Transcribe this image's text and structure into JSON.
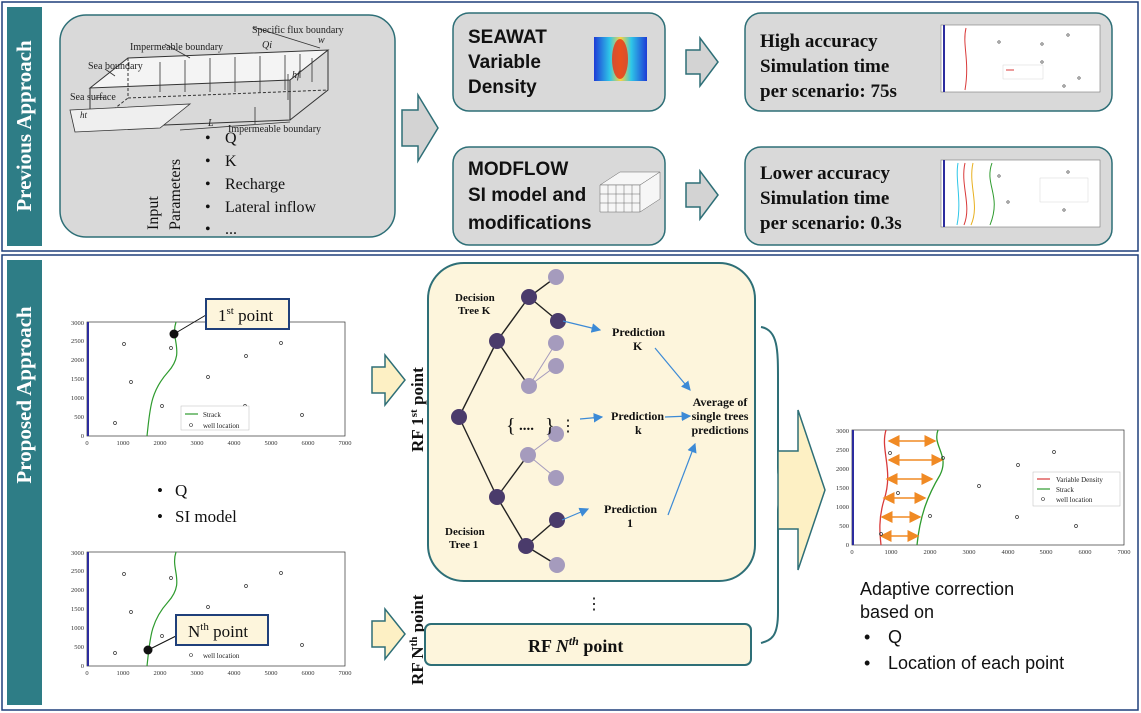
{
  "sections": {
    "previous": "Previous Approach",
    "proposed": "Proposed Approach"
  },
  "domain": {
    "specific_flux": "Specific flux boundary",
    "impermeable_top": "Impermeable boundary",
    "sea_boundary": "Sea boundary",
    "sea_surface": "Sea surface",
    "impermeable_bottom": "Impermeable boundary",
    "qi": "Qi",
    "w": "w",
    "hf": "hf",
    "l": "L",
    "ht": "ht",
    "input_label_1": "Input",
    "input_label_2": "Parameters",
    "params": [
      "Q",
      "K",
      "Recharge",
      "Lateral inflow",
      "..."
    ]
  },
  "seawat": {
    "line1": "SEAWAT",
    "line2": "Variable",
    "line3": "Density"
  },
  "modflow": {
    "line1": "MODFLOW",
    "line2": "SI model and",
    "line3": "modifications"
  },
  "high": {
    "line1": "High accuracy",
    "line2": "Simulation time",
    "line3": "per scenario: 75s"
  },
  "lower": {
    "line1": "Lower accuracy",
    "line2": "Simulation time",
    "line3": "per scenario: 0.3s"
  },
  "plot_first": {
    "callout_base": "1",
    "callout_sup": "st",
    "callout_rest": " point",
    "legend": [
      "Strack",
      "well location"
    ]
  },
  "plot_nth": {
    "callout_base": "N",
    "callout_sup": "th",
    "callout_rest": " point",
    "legend": [
      "well location"
    ]
  },
  "mini_inputs": [
    "Q",
    "SI model"
  ],
  "rf": {
    "rf_first_base": "RF 1",
    "rf_first_sup": "st",
    "rf_first_rest": " point",
    "rf_nth_base": "RF N",
    "rf_nth_sup": "th",
    "rf_nth_rest": " point",
    "tree_k_1": "Decision",
    "tree_k_2": "Tree K",
    "tree_1_1": "Decision",
    "tree_1_2": "Tree 1",
    "pred_K_1": "Prediction",
    "pred_K_2": "K",
    "pred_k_1": "Prediction",
    "pred_k_2": "k",
    "pred_1_1": "Prediction",
    "pred_1_2": "1",
    "avg_1": "Average of",
    "avg_2": "single trees",
    "avg_3": "predictions",
    "ellipsis": "....",
    "vdots": "⋮",
    "bottom_box_base": "RF ",
    "bottom_box_var": "N",
    "bottom_box_sup": "th",
    "bottom_box_rest": "  point"
  },
  "output": {
    "legend": [
      "Variable Density",
      "Strack",
      "well location"
    ],
    "caption_1": "Adaptive correction",
    "caption_2": "based on",
    "bullets": [
      "Q",
      "Location of each point"
    ]
  },
  "axis_ticks": {
    "x": [
      "0",
      "1000",
      "2000",
      "3000",
      "4000",
      "5000",
      "6000",
      "7000"
    ],
    "y": [
      "0",
      "500",
      "1000",
      "1500",
      "2000",
      "2500",
      "3000"
    ]
  },
  "colors": {
    "frame": "#1f3f7a",
    "sidebar": "#2e7d86",
    "gray_box": "#d9d9d9",
    "gray_border": "#2e6f77",
    "cream_box": "#fdf5dc",
    "arrow_gray": "#d3d3d3",
    "arrow_cream": "#fdf0c4",
    "node_dark": "#4a3b6b",
    "node_light": "#a59bbd",
    "pred_arrow": "#3c8ad6",
    "strack": "#2e9b2e",
    "variable_density": "#d93a3a",
    "correction": "#f08a24"
  }
}
